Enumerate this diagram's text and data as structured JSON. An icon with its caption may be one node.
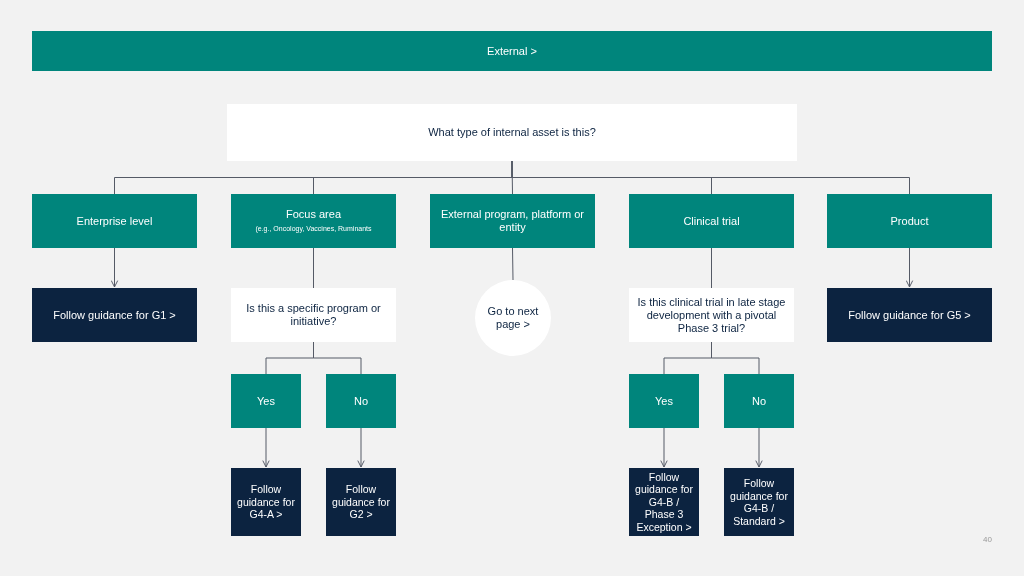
{
  "diagram": {
    "nodes": [
      {
        "text": [
          "External >"
        ]
      },
      {
        "text": [
          "What type of internal asset is this?"
        ]
      },
      {
        "text": [
          "Enterprise level"
        ]
      },
      {
        "text": [
          "Focus area",
          "(e.g., Oncology, Vaccines, Ruminants"
        ]
      },
      {
        "text": [
          "External program, platform or entity"
        ]
      },
      {
        "text": [
          "Clinical trial"
        ]
      },
      {
        "text": [
          "Product"
        ]
      },
      {
        "text": [
          "Follow guidance for G1 >"
        ]
      },
      {
        "text": [
          "Is this a specific program or initiative?"
        ]
      },
      {
        "text": [
          "Go to next page >"
        ]
      },
      {
        "text": [
          "Is this clinical trial in late stage development with a pivotal Phase 3 trial?"
        ]
      },
      {
        "text": [
          "Follow guidance for G5 >"
        ]
      },
      {
        "text": [
          "Yes"
        ]
      },
      {
        "text": [
          "No"
        ]
      },
      {
        "text": [
          "Yes"
        ]
      },
      {
        "text": [
          "No"
        ]
      },
      {
        "text": [
          "Follow guidance for G4-A >"
        ]
      },
      {
        "text": [
          "Follow guidance for G2 >"
        ]
      },
      {
        "text": [
          "Follow guidance for G4-B / Phase 3 Exception >"
        ]
      },
      {
        "text": [
          "Follow guidance for G4-B / Standard >"
        ]
      }
    ],
    "edges": [
      {
        "from": 1,
        "to": 2,
        "arrow": "none"
      },
      {
        "from": 1,
        "to": 3,
        "arrow": "none"
      },
      {
        "from": 1,
        "to": 4,
        "arrow": "none"
      },
      {
        "from": 1,
        "to": 5,
        "arrow": "none"
      },
      {
        "from": 1,
        "to": 6,
        "arrow": "none"
      },
      {
        "from": 2,
        "to": 7,
        "arrow": "to"
      },
      {
        "from": 3,
        "to": 8,
        "arrow": "none"
      },
      {
        "from": 4,
        "to": 9,
        "arrow": "none"
      },
      {
        "from": 5,
        "to": 10,
        "arrow": "none"
      },
      {
        "from": 6,
        "to": 11,
        "arrow": "to"
      },
      {
        "from": 8,
        "to": 12,
        "arrow": "none"
      },
      {
        "from": 8,
        "to": 13,
        "arrow": "none"
      },
      {
        "from": 10,
        "to": 14,
        "arrow": "none"
      },
      {
        "from": 10,
        "to": 15,
        "arrow": "none"
      },
      {
        "from": 12,
        "to": 16,
        "arrow": "to"
      },
      {
        "from": 13,
        "to": 17,
        "arrow": "to"
      },
      {
        "from": 14,
        "to": 18,
        "arrow": "to"
      },
      {
        "from": 15,
        "to": 19,
        "arrow": "to"
      }
    ],
    "labels": [
      "40"
    ]
  }
}
